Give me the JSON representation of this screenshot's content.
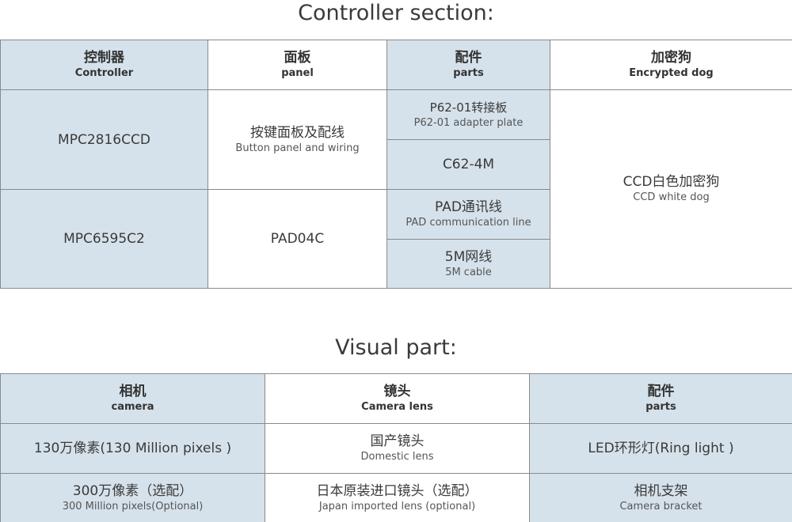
{
  "controller_section": {
    "title": "Controller section:",
    "headers": [
      {
        "cn": "控制器",
        "en": "Controller"
      },
      {
        "cn": "面板",
        "en": "panel"
      },
      {
        "cn": "配件",
        "en": "parts"
      },
      {
        "cn": "加密狗",
        "en": "Encrypted dog"
      }
    ],
    "controllers": [
      "MPC2816CCD",
      "MPC6595C2"
    ],
    "panels": [
      {
        "cn": "按键面板及配线",
        "en": "Button panel and wiring"
      },
      {
        "cn": "PAD04C",
        "en": ""
      }
    ],
    "parts": [
      {
        "cn": "P62-01转接板",
        "en": "P62-01 adapter plate"
      },
      {
        "cn": "C62-4M",
        "en": ""
      },
      {
        "cn": "PAD通讯线",
        "en": "PAD communication line"
      },
      {
        "cn": "5M网线",
        "en": "5M cable"
      }
    ],
    "dog": {
      "cn": "CCD白色加密狗",
      "en": "CCD white dog"
    }
  },
  "visual_part": {
    "title": "Visual part:",
    "headers": [
      {
        "cn": "相机",
        "en": "camera"
      },
      {
        "cn": "镜头",
        "en": "Camera lens"
      },
      {
        "cn": "配件",
        "en": "parts"
      }
    ],
    "rows": [
      [
        {
          "cn": "130万像素(130 Million pixels )",
          "en": ""
        },
        {
          "cn": "国产镜头",
          "en": "Domestic lens"
        },
        {
          "cn": "LED环形灯(Ring light )",
          "en": ""
        }
      ],
      [
        {
          "cn": "300万像素（选配）",
          "en": "300 Million pixels(Optional)"
        },
        {
          "cn": "日本原装进口镜头（选配）",
          "en": "Japan imported lens (optional)"
        },
        {
          "cn": "相机支架",
          "en": "Camera bracket"
        }
      ]
    ]
  },
  "colors": {
    "header_blue": "#d6e2eb",
    "border": "#8a8a8a"
  }
}
